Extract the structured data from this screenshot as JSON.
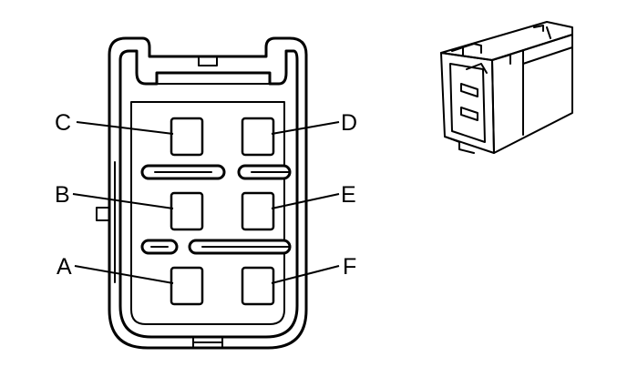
{
  "connector": {
    "pins": [
      {
        "id": "C",
        "label": "C"
      },
      {
        "id": "D",
        "label": "D"
      },
      {
        "id": "B",
        "label": "B"
      },
      {
        "id": "E",
        "label": "E"
      },
      {
        "id": "A",
        "label": "A"
      },
      {
        "id": "F",
        "label": "F"
      }
    ]
  }
}
